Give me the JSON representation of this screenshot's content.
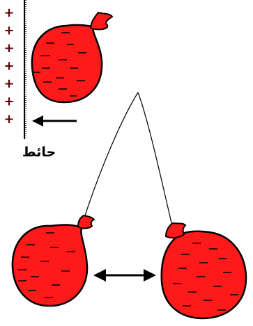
{
  "wall_label": "حائط",
  "colors": {
    "balloon_fill": "#ff1a1a",
    "outline": "#000000",
    "positive_sign": "#5a0000",
    "background": "#ffffff"
  },
  "wall": {
    "plus_signs": [
      "+",
      "+",
      "+",
      "+",
      "+",
      "+",
      "+"
    ]
  },
  "icons": {
    "balloon_wall": "balloon-negative-charge",
    "balloon_left": "balloon-negative-charge",
    "balloon_right": "balloon-negative-charge",
    "attraction_arrow": "arrow-left",
    "repulsion_arrow": "double-arrow-horizontal"
  }
}
